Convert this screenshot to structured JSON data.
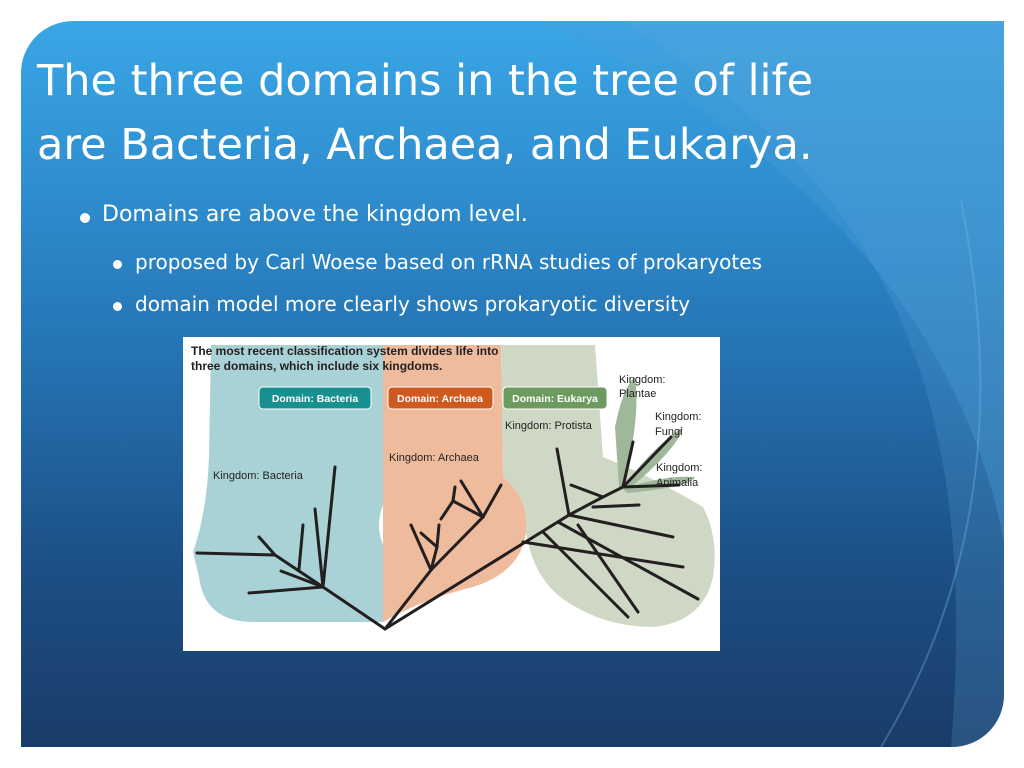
{
  "slide": {
    "title_line1": "The three domains in the tree of life",
    "title_line2": "are Bacteria, Archaea, and Eukarya.",
    "bullets": [
      "Domains are above the kingdom level.",
      "proposed by Carl Woese based on rRNA studies of prokaryotes",
      "domain model more clearly shows prokaryotic diversity"
    ]
  },
  "figure": {
    "caption_line1": "The most recent classification system divides life into",
    "caption_line2": "three domains, which include six kingdoms.",
    "domains": [
      {
        "label": "Domain: Bacteria",
        "color": "#17908f"
      },
      {
        "label": "Domain: Archaea",
        "color": "#cf5a20"
      },
      {
        "label": "Domain: Eukarya",
        "color": "#6d9a5f"
      }
    ],
    "kingdoms": {
      "bacteria": "Kingdom: Bacteria",
      "archaea": "Kingdom: Archaea",
      "protista": "Kingdom: Protista",
      "plantae_1": "Kingdom:",
      "plantae_2": "Plantae",
      "fungi_1": "Kingdom:",
      "fungi_2": "Fungi",
      "animalia_1": "Kingdom:",
      "animalia_2": "Animalia"
    },
    "region_colors": {
      "bacteria": "#a9d2d6",
      "archaea": "#efbb9d",
      "eukarya": "#cfd8c4",
      "kingdom_leaves": "#9fb89a"
    }
  }
}
